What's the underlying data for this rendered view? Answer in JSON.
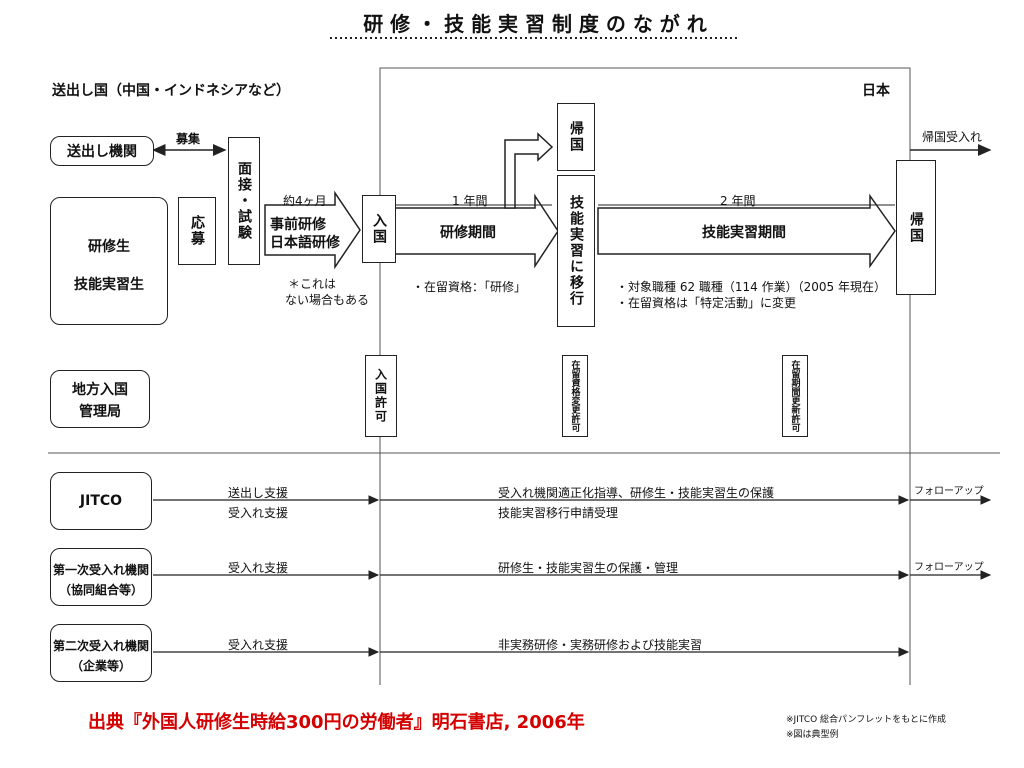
{
  "title": "研 修 ・ 技 能 実 習 制 度 の な が れ",
  "sending_country_label": "送出し国（中国・インドネシアなど）",
  "japan_label": "日本",
  "boxes": {
    "sending_agency": "送出し機関",
    "trainee": "研修生",
    "technical_intern": "技能実習生",
    "immigration_bureau_line1": "地方入国",
    "immigration_bureau_line2": "管理局",
    "jitco": "JITCO",
    "primary_line1": "第一次受入れ機関",
    "primary_line2": "（協同組合等）",
    "secondary_line1": "第二次受入れ機関",
    "secondary_line2": "（企業等）"
  },
  "flow": {
    "recruit_label": "募集",
    "apply": "応募",
    "interview": "面接・試験",
    "about_4_months": "約4ヶ月",
    "pre_training_line1": "事前研修",
    "pre_training_line2": "日本語研修",
    "note_line1": "＊これは",
    "note_line2": "ない場合もある",
    "entry": "入国",
    "one_year": "1 年間",
    "training_period": "研修期間",
    "return_home_1": "帰国",
    "shift_to_intern": "技能実習に移行",
    "two_years": "2 年間",
    "intern_period": "技能実習期間",
    "return_home_2": "帰国",
    "return_acceptance": "帰国受入れ",
    "status_training": "・在留資格：「研修」",
    "target_occupations": "・対象職種 62 職種（114 作業）（2005 年現在）",
    "status_change": "・在留資格は「特定活動」に変更"
  },
  "permits": {
    "entry_permit": "入国許可",
    "status_change_permit": "在留資格変更許可",
    "period_renewal_permit": "在留期間更新許可"
  },
  "support": {
    "jitco_send": "送出し支援",
    "jitco_accept": "受入れ支援",
    "jitco_guidance": "受入れ機関適正化指導、研修生・技能実習生の保護",
    "jitco_application": "技能実習移行申請受理",
    "followup_1": "フォローアップ",
    "primary_accept": "受入れ支援",
    "primary_protect": "研修生・技能実習生の保護・管理",
    "followup_2": "フォローアップ",
    "secondary_accept": "受入れ支援",
    "secondary_training": "非実務研修・実務研修および技能実習"
  },
  "source": "出典『外国人研修生時給300円の労働者』明石書店, 2006年",
  "footnote_1": "※JITCO 総合パンフレットをもとに作成",
  "footnote_2": "※図は典型例",
  "colors": {
    "source_text": "#d40000",
    "line": "#222222"
  }
}
